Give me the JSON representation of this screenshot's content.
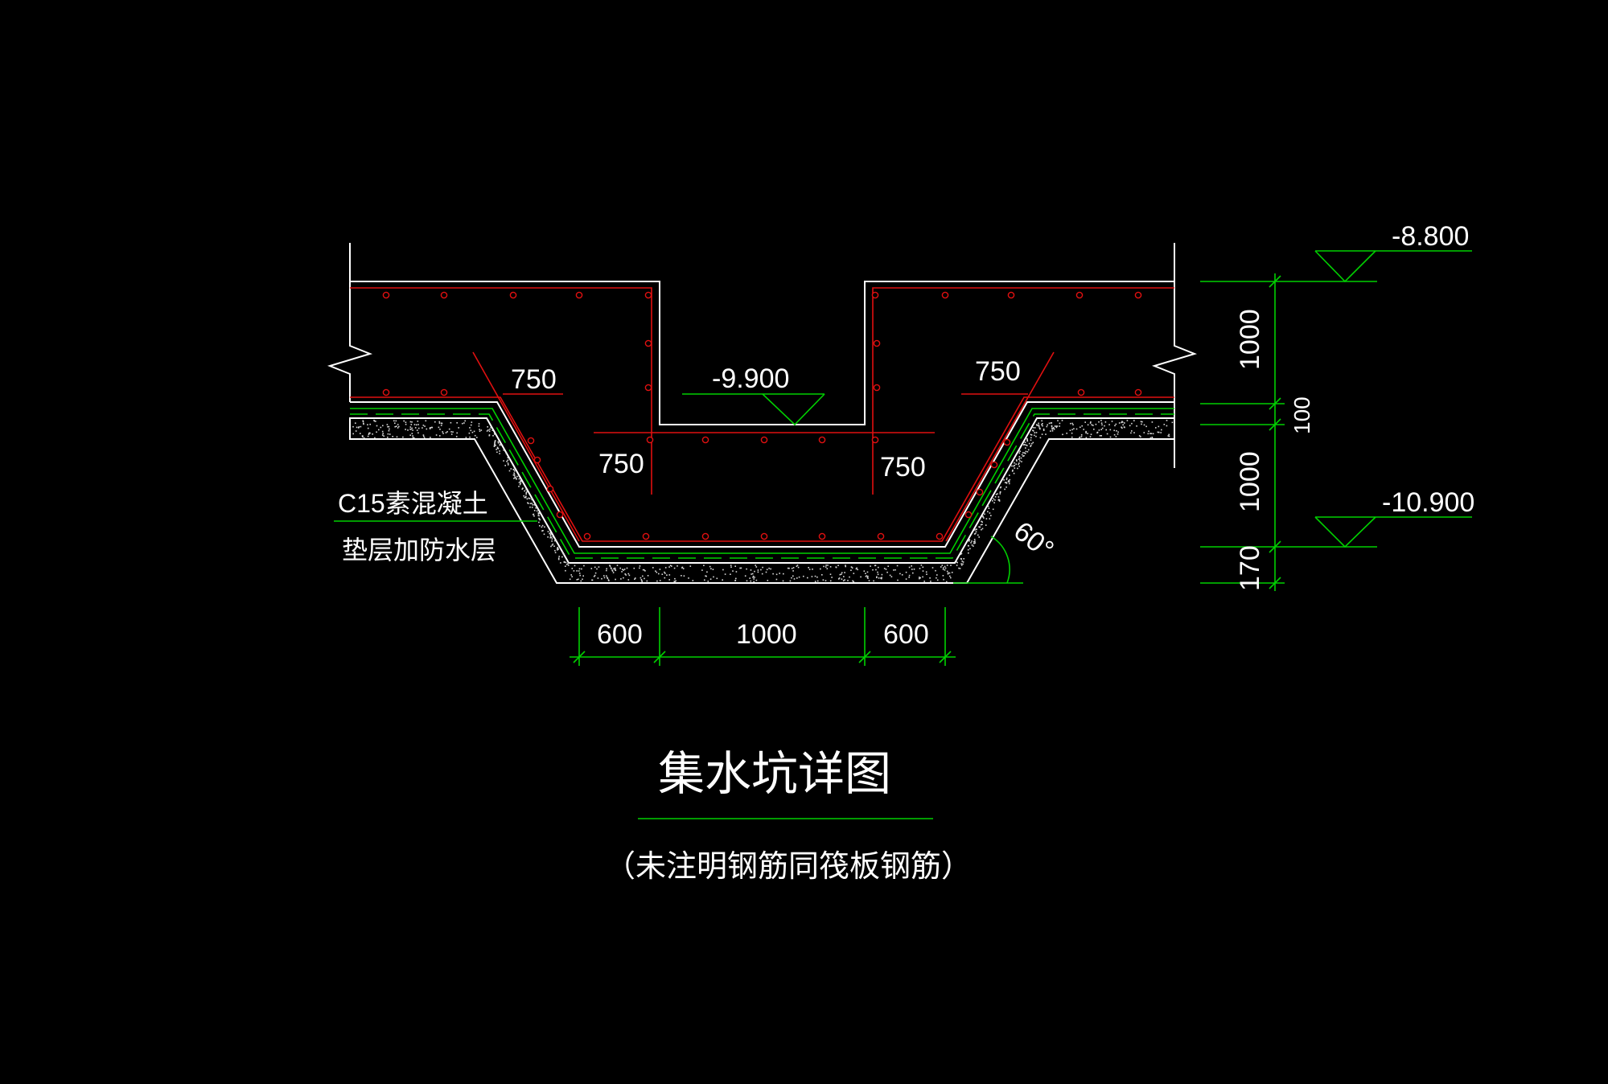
{
  "title": "集水坑详图",
  "subtitle": "（未注明钢筋同筏板钢筋）",
  "materials": {
    "line1": "C15素混凝土",
    "line2": "垫层加防水层"
  },
  "elevations": {
    "top": "-8.800",
    "pit_top": "-9.900",
    "bottom": "-10.900"
  },
  "dimensions": {
    "anchor_left_upper": "750",
    "anchor_right_upper": "750",
    "anchor_left_lower": "750",
    "anchor_right_lower": "750",
    "bottom_left": "600",
    "bottom_mid": "1000",
    "bottom_right": "600",
    "vert_slab": "1000",
    "vert_gap": "100",
    "vert_pit": "1000",
    "vert_cushion": "170"
  },
  "angle": "60°",
  "colors": {
    "background": "#000000",
    "outline": "#ffffff",
    "rebar": "#e01010",
    "dimension": "#00d000"
  }
}
